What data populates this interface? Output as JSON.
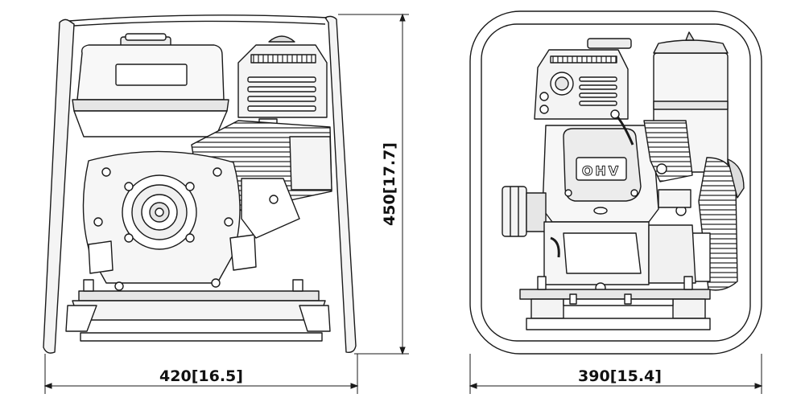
{
  "drawing": {
    "front_view": {
      "width_label": "420[16.5]",
      "height_label": "450[17.7]"
    },
    "side_view": {
      "width_label": "390[15.4]",
      "engine_badge": "OHV"
    }
  },
  "colors": {
    "line": "#1a1a1a",
    "fill_light": "#f4f4f4",
    "fill_mid": "#e6e6e6",
    "background": "#ffffff"
  }
}
